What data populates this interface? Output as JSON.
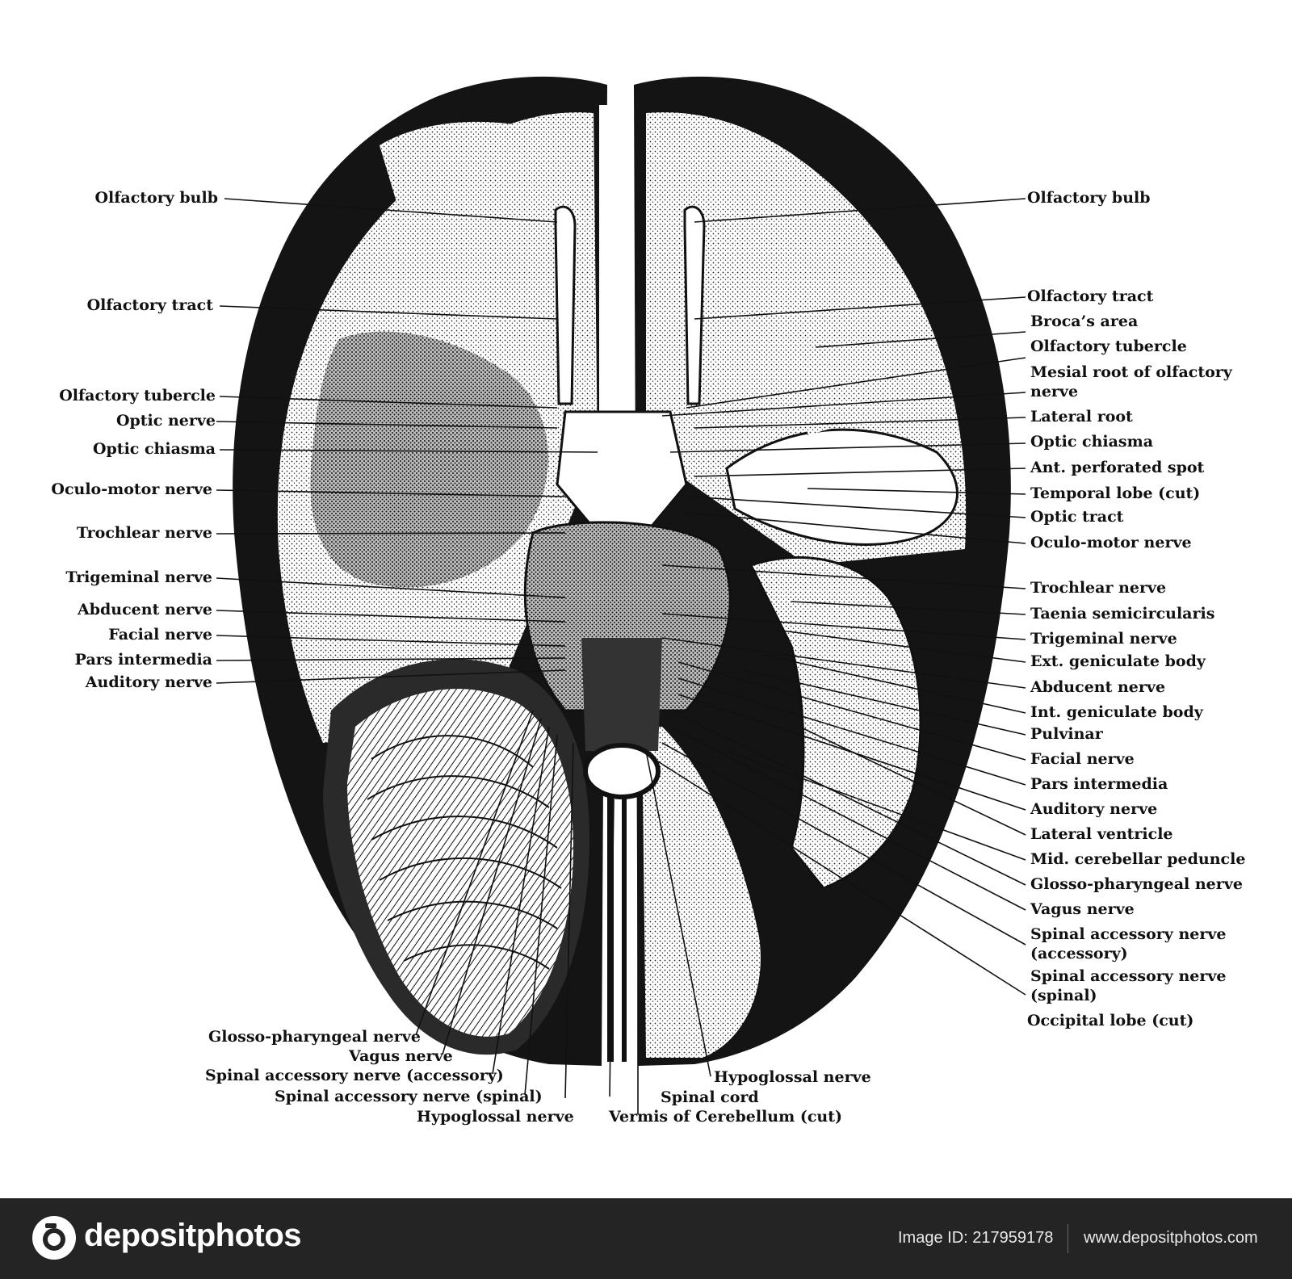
{
  "labels_left": [
    {
      "text": "Olfactory bulb"
    },
    {
      "text": "Olfactory tract"
    },
    {
      "text": "Olfactory tubercle"
    },
    {
      "text": "Optic nerve"
    },
    {
      "text": "Optic chiasma"
    },
    {
      "text": "Oculo-motor nerve"
    },
    {
      "text": "Trochlear nerve"
    },
    {
      "text": "Trigeminal nerve"
    },
    {
      "text": "Abducent nerve"
    },
    {
      "text": "Facial nerve"
    },
    {
      "text": "Pars intermedia"
    },
    {
      "text": "Auditory nerve"
    }
  ],
  "labels_right": [
    {
      "text": "Olfactory bulb"
    },
    {
      "text": "Olfactory tract"
    },
    {
      "text": "Broca’s area"
    },
    {
      "text": "Olfactory tubercle"
    },
    {
      "text": "Mesial root of olfactory"
    },
    {
      "text": "nerve"
    },
    {
      "text": "Lateral root"
    },
    {
      "text": "Optic chiasma"
    },
    {
      "text": "Ant. perforated spot"
    },
    {
      "text": "Temporal lobe (cut)"
    },
    {
      "text": "Optic tract"
    },
    {
      "text": "Oculo-motor nerve"
    },
    {
      "text": "Trochlear nerve"
    },
    {
      "text": "Taenia semicircularis"
    },
    {
      "text": "Trigeminal nerve"
    },
    {
      "text": "Ext. geniculate body"
    },
    {
      "text": "Abducent nerve"
    },
    {
      "text": "Int. geniculate body"
    },
    {
      "text": "Pulvinar"
    },
    {
      "text": "Facial nerve"
    },
    {
      "text": "Pars intermedia"
    },
    {
      "text": "Auditory nerve"
    },
    {
      "text": "Lateral ventricle"
    },
    {
      "text": "Mid. cerebellar peduncle"
    },
    {
      "text": "Glosso-pharyngeal nerve"
    },
    {
      "text": "Vagus nerve"
    },
    {
      "text": "Spinal accessory nerve"
    },
    {
      "text": "(accessory)"
    },
    {
      "text": "Spinal accessory nerve"
    },
    {
      "text": "(spinal)"
    },
    {
      "text": "Occipital lobe (cut)"
    }
  ],
  "labels_bottom": [
    {
      "text": "Glosso-pharyngeal nerve"
    },
    {
      "text": "Vagus nerve"
    },
    {
      "text": "Spinal accessory nerve (accessory)"
    },
    {
      "text": "Spinal accessory nerve (spinal)"
    },
    {
      "text": "Hypoglossal nerve"
    },
    {
      "text": "Hypoglossal nerve"
    },
    {
      "text": "Spinal cord"
    },
    {
      "text": "Vermis of Cerebellum (cut)"
    }
  ],
  "footer": {
    "brand": "depositphotos",
    "image_id": "Image ID: 217959178",
    "site": "www.depositphotos.com"
  },
  "colors": {
    "ink": "#111111",
    "footer_bg": "#242424",
    "paper": "#ffffff"
  },
  "watermark": "depositphotos"
}
